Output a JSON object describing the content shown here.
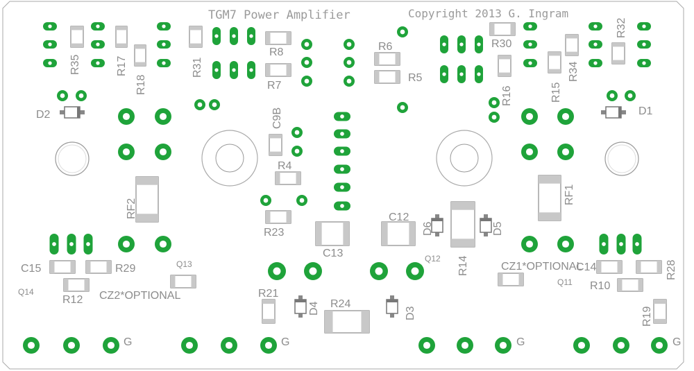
{
  "board": {
    "title": "TGM7 Power Amplifier",
    "copyright": "Copyright 2013 G. Ingram",
    "colors": {
      "pad": "#1fa33a",
      "hole": "#ffffff",
      "outline": "#888888",
      "body": "#c8c8c8",
      "text": "#8c8c8c"
    }
  },
  "labels": {
    "R35": "R35",
    "R17": "R17",
    "R18": "R18",
    "R31": "R31",
    "R8": "R8",
    "R7": "R7",
    "R6": "R6",
    "R5": "R5",
    "R30": "R30",
    "R16": "R16",
    "R15": "R15",
    "R34": "R34",
    "R32": "R32",
    "D2": "D2",
    "D1": "D1",
    "C9B": "C9B",
    "R4": "R4",
    "RF2": "RF2",
    "RF1": "RF1",
    "R23": "R23",
    "C13": "C13",
    "C12": "C12",
    "D6": "D6",
    "D5": "D5",
    "R14": "R14",
    "Q12": "Q12",
    "CZ1": "CZ1*OPTIONAL",
    "C14": "C14",
    "R28": "R28",
    "Q11": "Q11",
    "R10": "R10",
    "R19": "R19",
    "C15": "C15",
    "R29": "R29",
    "Q13": "Q13",
    "Q14": "Q14",
    "R12": "R12",
    "CZ2": "CZ2*OPTIONAL",
    "R21": "R21",
    "D4": "D4",
    "R24": "R24",
    "D3": "D3",
    "G1": "G",
    "G2": "G",
    "G3": "G",
    "G4": "G"
  }
}
